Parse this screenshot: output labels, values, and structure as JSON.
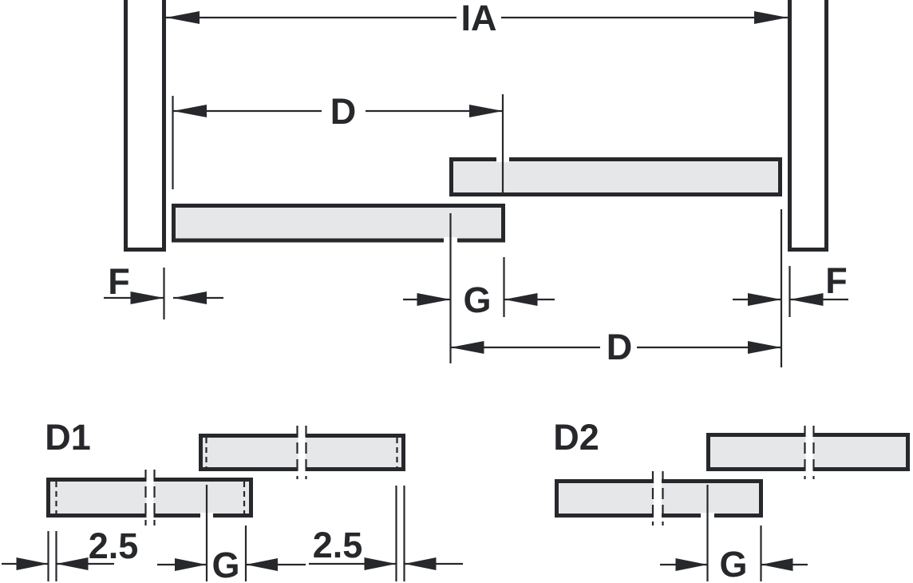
{
  "colors": {
    "line": "#26282b",
    "panel_fill": "#e5e7e8",
    "background": "#ffffff"
  },
  "overview": {
    "dim_inner_width": "IA",
    "dim_door_upper": "D",
    "dim_door_lower": "D",
    "dim_side_gap_left": "F",
    "dim_side_gap_right": "F",
    "dim_overlap": "G"
  },
  "detail_d1": {
    "title": "D1",
    "dim_offset_left": "2.5",
    "dim_offset_right": "2.5",
    "dim_overlap": "G"
  },
  "detail_d2": {
    "title": "D2",
    "dim_overlap": "G"
  }
}
